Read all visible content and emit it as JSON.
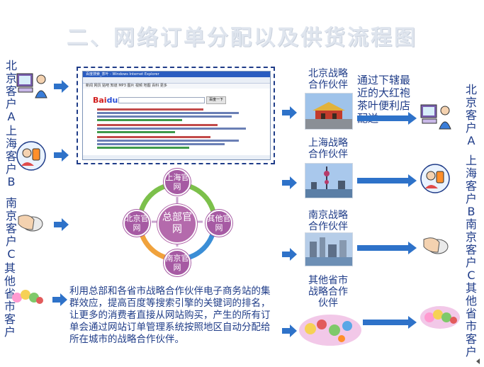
{
  "title": "二、网络订单分配以及供货流程图",
  "left_customers": {
    "beijing": "北京客户A",
    "shanghai": "上海客户B",
    "nanjing": "南京客户C",
    "other": "其他省市客户"
  },
  "right_customers": {
    "beijing": "北京客户A",
    "others": "上海客户B南京客户C其他省市客户"
  },
  "partners": {
    "beijing": "北京战略合作伙伴",
    "shanghai": "上海战略合作伙伴",
    "nanjing": "南京战略合作伙伴",
    "other": "其他省市战略合作伙伴"
  },
  "delivery_note": "通过下辖最近的大红袍茶叶便利店配送",
  "hub": {
    "center": "总部官网",
    "top": "上海官网",
    "left": "北京官网",
    "right": "其他官网",
    "bottom": "南京官网"
  },
  "description": "利用总部和各省市战略合作伙伴电子商务站的集群效应，提高百度等搜索引擎的关键词的排名，让更多的消费者直接从网站购买，产生的所有订单会通过网站订单管理系统按照地区自动分配给所在城市的战略合作伙伴。",
  "browser": {
    "window_title": "百度搜索_茶叶 - Windows Internet Explorer",
    "nav_tabs": "新闻 网页 贴吧 知道 MP3 图片 视频 地图 百科 更多",
    "search_button": "百度一下"
  },
  "colors": {
    "text": "#1f3c88",
    "arrow": "#2e72c9",
    "node": "#a65aa3",
    "ring_green": "#7cc04b",
    "ring_blue": "#3b8ed6",
    "ring_orange": "#f0a23c"
  }
}
